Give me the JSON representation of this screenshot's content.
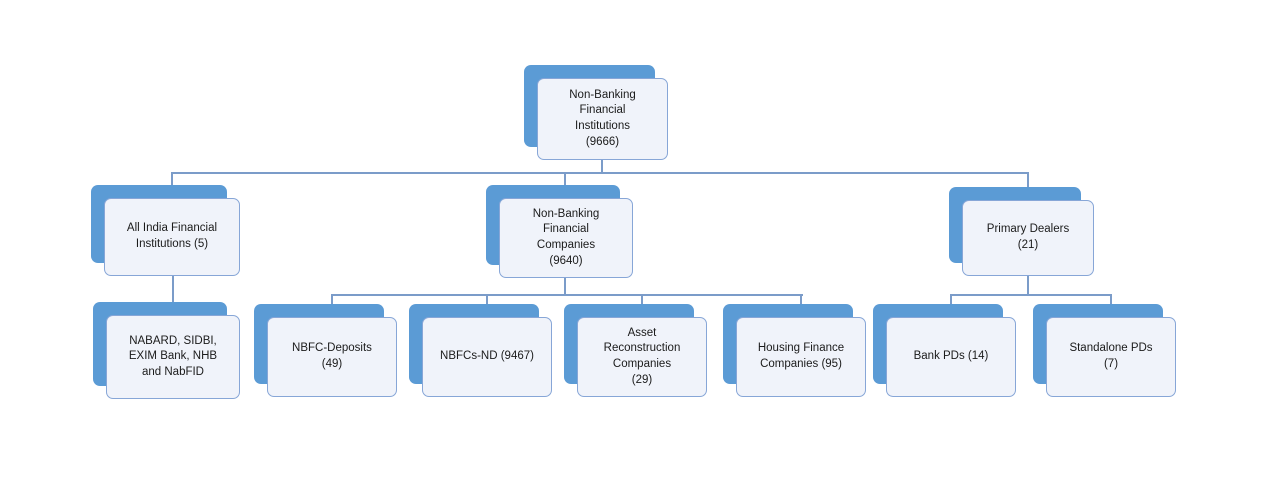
{
  "colors": {
    "accent_blue": "#5b9bd5",
    "box_fill": "#f0f3fa",
    "box_border": "#87a6d7",
    "connector": "#7b9cc9",
    "text": "#1b1b1b"
  },
  "diagram": {
    "root": {
      "label": "Non-Banking\nFinancial\nInstitutions\n(9666)",
      "children": [
        {
          "label": "All India Financial\nInstitutions (5)",
          "children": [
            {
              "label": "NABARD, SIDBI,\nEXIM Bank, NHB\nand NabFID"
            }
          ]
        },
        {
          "label": "Non-Banking\nFinancial\nCompanies\n(9640)",
          "children": [
            {
              "label": "NBFC-Deposits\n(49)"
            },
            {
              "label": "NBFCs-ND (9467)"
            },
            {
              "label": "Asset\nReconstruction\nCompanies\n(29)"
            },
            {
              "label": "Housing Finance\nCompanies (95)"
            }
          ]
        },
        {
          "label": "Primary Dealers\n(21)",
          "children": [
            {
              "label": "Bank PDs (14)"
            },
            {
              "label": "Standalone PDs\n(7)"
            }
          ]
        }
      ]
    }
  }
}
